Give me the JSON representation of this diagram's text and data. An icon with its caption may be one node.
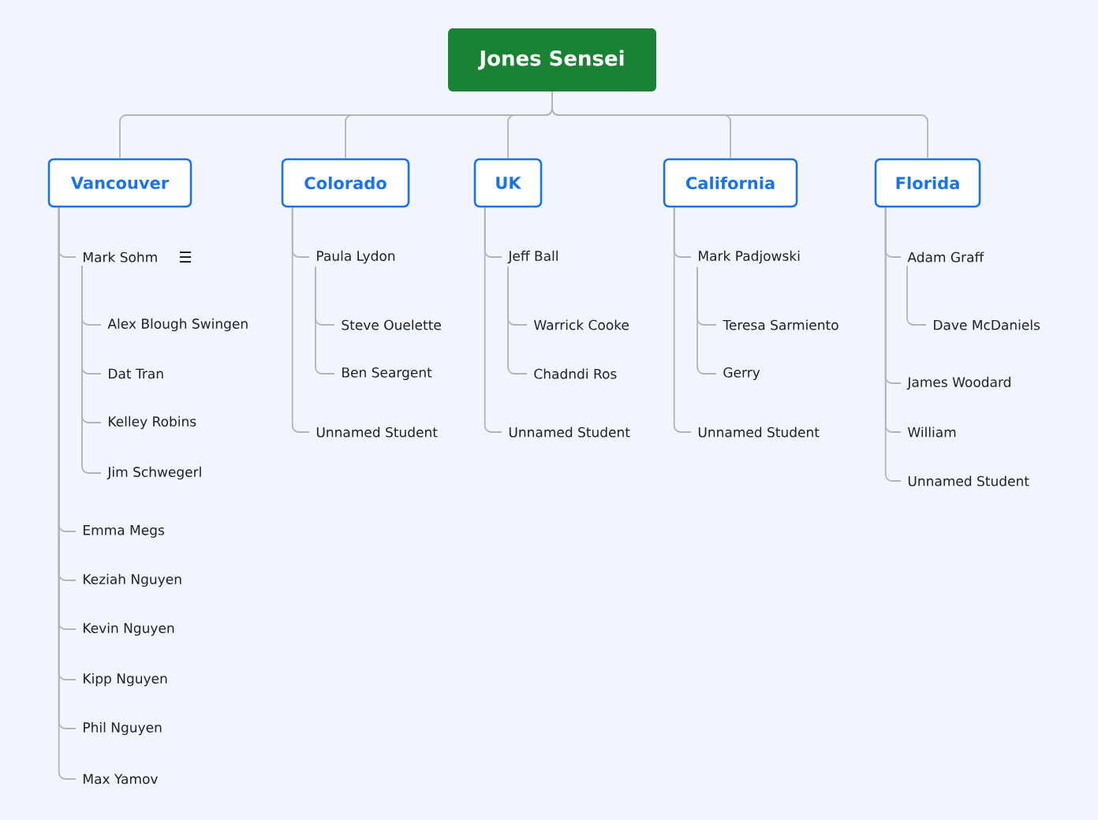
{
  "diagram": {
    "nodes": [
      {
        "text": [
          "Jones Sensei"
        ]
      },
      {
        "text": [
          "Vancouver"
        ]
      },
      {
        "text": [
          "Colorado"
        ]
      },
      {
        "text": [
          "UK"
        ]
      },
      {
        "text": [
          "California"
        ]
      },
      {
        "text": [
          "Florida"
        ]
      },
      {
        "text": [
          "Mark Sohm"
        ]
      },
      {
        "text": [
          "Alex Blough Swingen"
        ]
      },
      {
        "text": [
          "Dat Tran"
        ]
      },
      {
        "text": [
          "Kelley Robins"
        ]
      },
      {
        "text": [
          "Jim Schwegerl"
        ]
      },
      {
        "text": [
          "Emma Megs"
        ]
      },
      {
        "text": [
          "Keziah Nguyen"
        ]
      },
      {
        "text": [
          "Kevin Nguyen"
        ]
      },
      {
        "text": [
          "Kipp Nguyen"
        ]
      },
      {
        "text": [
          "Phil Nguyen"
        ]
      },
      {
        "text": [
          "Max Yamov"
        ]
      },
      {
        "text": [
          "Paula Lydon"
        ]
      },
      {
        "text": [
          "Steve Ouelette"
        ]
      },
      {
        "text": [
          "Ben Seargent"
        ]
      },
      {
        "text": [
          "Unnamed Student"
        ]
      },
      {
        "text": [
          "Jeff Ball"
        ]
      },
      {
        "text": [
          "Warrick Cooke"
        ]
      },
      {
        "text": [
          "Chadndi Ros"
        ]
      },
      {
        "text": [
          "Unnamed Student"
        ]
      },
      {
        "text": [
          "Mark Padjowski"
        ]
      },
      {
        "text": [
          "Teresa Sarmiento"
        ]
      },
      {
        "text": [
          "Gerry"
        ]
      },
      {
        "text": [
          "Unnamed Student"
        ]
      },
      {
        "text": [
          "Adam Graff"
        ]
      },
      {
        "text": [
          "Dave McDaniels"
        ]
      },
      {
        "text": [
          "James Woodard"
        ]
      },
      {
        "text": [
          "William"
        ]
      },
      {
        "text": [
          "Unnamed Student"
        ]
      }
    ],
    "edges": [
      {
        "from": 0,
        "to": 1,
        "arrow": "none"
      },
      {
        "from": 0,
        "to": 2,
        "arrow": "none"
      },
      {
        "from": 0,
        "to": 3,
        "arrow": "none"
      },
      {
        "from": 0,
        "to": 4,
        "arrow": "none"
      },
      {
        "from": 0,
        "to": 5,
        "arrow": "none"
      },
      {
        "from": 1,
        "to": 6,
        "arrow": "none"
      },
      {
        "from": 6,
        "to": 7,
        "arrow": "none"
      },
      {
        "from": 6,
        "to": 8,
        "arrow": "none"
      },
      {
        "from": 6,
        "to": 9,
        "arrow": "none"
      },
      {
        "from": 6,
        "to": 10,
        "arrow": "none"
      },
      {
        "from": 1,
        "to": 11,
        "arrow": "none"
      },
      {
        "from": 1,
        "to": 12,
        "arrow": "none"
      },
      {
        "from": 1,
        "to": 13,
        "arrow": "none"
      },
      {
        "from": 1,
        "to": 14,
        "arrow": "none"
      },
      {
        "from": 1,
        "to": 15,
        "arrow": "none"
      },
      {
        "from": 1,
        "to": 16,
        "arrow": "none"
      },
      {
        "from": 2,
        "to": 17,
        "arrow": "none"
      },
      {
        "from": 17,
        "to": 18,
        "arrow": "none"
      },
      {
        "from": 17,
        "to": 19,
        "arrow": "none"
      },
      {
        "from": 2,
        "to": 20,
        "arrow": "none"
      },
      {
        "from": 3,
        "to": 21,
        "arrow": "none"
      },
      {
        "from": 21,
        "to": 22,
        "arrow": "none"
      },
      {
        "from": 21,
        "to": 23,
        "arrow": "none"
      },
      {
        "from": 3,
        "to": 24,
        "arrow": "none"
      },
      {
        "from": 4,
        "to": 25,
        "arrow": "none"
      },
      {
        "from": 25,
        "to": 26,
        "arrow": "none"
      },
      {
        "from": 25,
        "to": 27,
        "arrow": "none"
      },
      {
        "from": 4,
        "to": 28,
        "arrow": "none"
      },
      {
        "from": 5,
        "to": 29,
        "arrow": "none"
      },
      {
        "from": 29,
        "to": 30,
        "arrow": "none"
      },
      {
        "from": 5,
        "to": 31,
        "arrow": "none"
      },
      {
        "from": 5,
        "to": 32,
        "arrow": "none"
      },
      {
        "from": 5,
        "to": 33,
        "arrow": "none"
      }
    ]
  }
}
